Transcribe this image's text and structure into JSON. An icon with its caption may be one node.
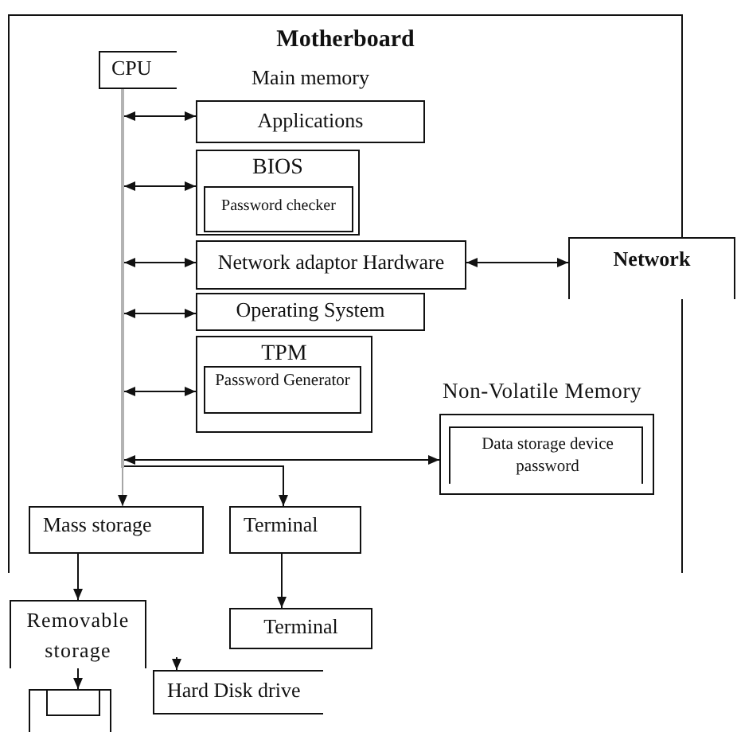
{
  "diagram": {
    "nodes": [
      {
        "text": [
          "Motherboard"
        ]
      },
      {
        "text": [
          "CPU"
        ],
        "in": 0
      },
      {
        "text": [
          "Applications"
        ],
        "in": 0
      },
      {
        "text": [
          "BIOS"
        ],
        "in": 0
      },
      {
        "text": [
          "Password checker"
        ],
        "in": 3
      },
      {
        "text": [
          "Network adaptor Hardware"
        ],
        "in": 0
      },
      {
        "text": [
          "Network"
        ]
      },
      {
        "text": [
          "Operating System"
        ],
        "in": 0
      },
      {
        "text": [
          "TPM"
        ],
        "in": 0
      },
      {
        "text": [
          "Password Generator"
        ],
        "in": 8
      },
      {
        "text": [
          "Non-Volatile Memory"
        ],
        "in": 0
      },
      {
        "text": [
          "Data storage device password"
        ],
        "in": 10
      },
      {
        "text": [
          "Mass storage"
        ],
        "in": 0
      },
      {
        "text": [
          "Terminal"
        ],
        "in": 0
      },
      {
        "text": [
          "Terminal"
        ]
      },
      {
        "text": [
          "Removable storage"
        ]
      },
      {
        "text": [],
        "shape": "box"
      },
      {
        "text": [
          "Hard Disk drive"
        ]
      },
      {
        "text": [],
        "shape": "bar",
        "in": 0
      }
    ],
    "edges": [
      {
        "from": 18,
        "to": 2,
        "arrow": "both"
      },
      {
        "from": 18,
        "to": 3,
        "arrow": "both"
      },
      {
        "from": 18,
        "to": 5,
        "arrow": "both"
      },
      {
        "from": 5,
        "to": 6,
        "arrow": "both"
      },
      {
        "from": 18,
        "to": 7,
        "arrow": "both"
      },
      {
        "from": 18,
        "to": 8,
        "arrow": "both"
      },
      {
        "from": 18,
        "to": 10,
        "arrow": "both"
      },
      {
        "from": 18,
        "to": 13,
        "arrow": "to"
      },
      {
        "from": 18,
        "to": 12,
        "arrow": "to",
        "color": "#a6a6a6"
      },
      {
        "from": 13,
        "to": 14,
        "arrow": "to"
      },
      {
        "from": 12,
        "to": 15,
        "arrow": "to"
      },
      {
        "from": 15,
        "to": 16,
        "arrow": "to"
      },
      {
        "from": null,
        "to": 17,
        "arrow": "to"
      }
    ],
    "labels": [
      "Main memory"
    ]
  }
}
